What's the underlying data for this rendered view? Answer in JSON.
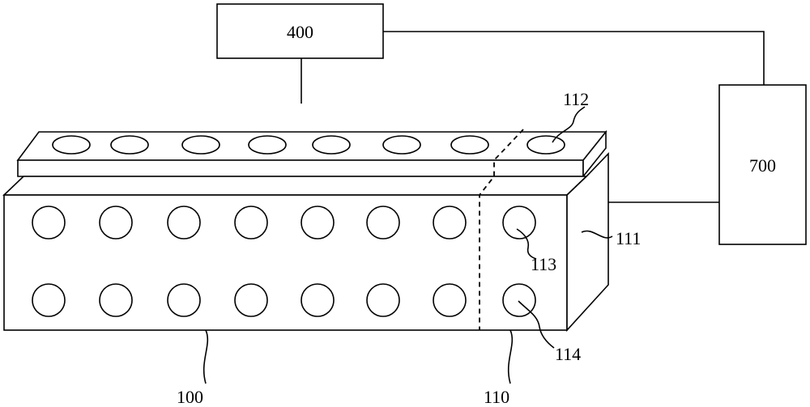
{
  "labels": {
    "box_400": "400",
    "box_700": "700",
    "ref_112": "112",
    "ref_111": "111",
    "ref_113": "113",
    "ref_114": "114",
    "ref_100": "100",
    "ref_110": "110"
  },
  "counts": {
    "top_row_holes": 8,
    "front_row_holes_per_row": 8,
    "front_rows": 2
  },
  "colors": {
    "line": "#000000",
    "background": "#ffffff"
  }
}
